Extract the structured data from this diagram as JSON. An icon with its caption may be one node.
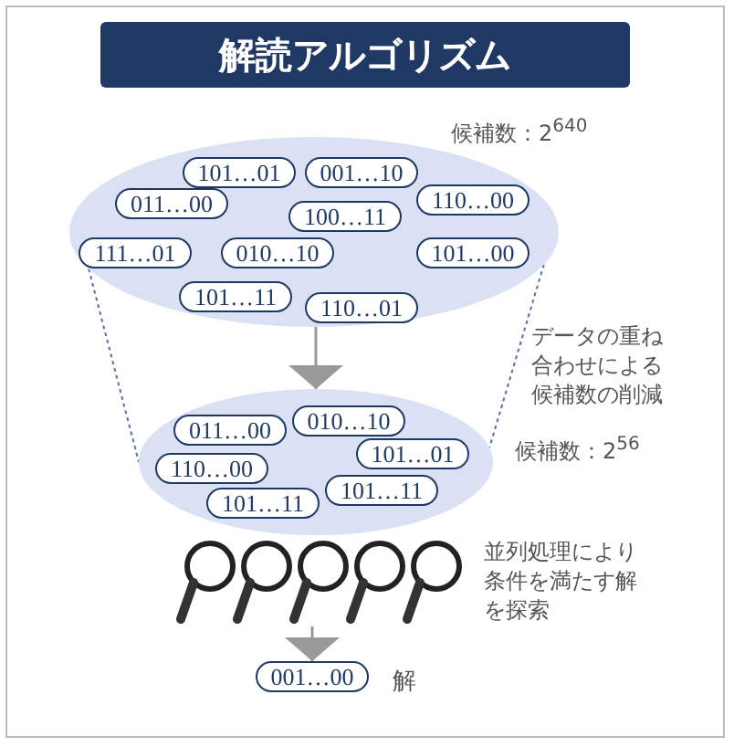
{
  "diagram": {
    "title": "解読アルゴリズム",
    "nodes": [
      {
        "text": [],
        "shape": "ellipse",
        "beside": [
          "候補数：2$^{640}$"
        ]
      },
      {
        "text": [
          "101…01"
        ],
        "in": 0
      },
      {
        "text": [
          "001…10"
        ],
        "in": 0
      },
      {
        "text": [
          "011…00"
        ],
        "in": 0
      },
      {
        "text": [
          "110…00"
        ],
        "in": 0
      },
      {
        "text": [
          "100…11"
        ],
        "in": 0
      },
      {
        "text": [
          "111…01"
        ],
        "in": 0
      },
      {
        "text": [
          "010…10"
        ],
        "in": 0
      },
      {
        "text": [
          "101…00"
        ],
        "in": 0
      },
      {
        "text": [
          "101…11"
        ],
        "in": 0
      },
      {
        "text": [
          "110…01"
        ],
        "in": 0
      },
      {
        "text": [],
        "shape": "ellipse",
        "beside": [
          "候補数：2$^{56}$"
        ]
      },
      {
        "text": [
          "010…10"
        ],
        "in": 11
      },
      {
        "text": [
          "011…00"
        ],
        "in": 11
      },
      {
        "text": [
          "101…01"
        ],
        "in": 11
      },
      {
        "text": [
          "110…00"
        ],
        "in": 11
      },
      {
        "text": [
          "101…11"
        ],
        "in": 11
      },
      {
        "text": [
          "101…11"
        ],
        "in": 11
      },
      {
        "text": [],
        "shape": "magnifier",
        "beside": [
          "並列処理により条件を満たす解を探索"
        ]
      },
      {
        "text": [
          "001…00"
        ],
        "beside": [
          "解"
        ]
      }
    ],
    "edges": [
      {
        "from": 0,
        "to": 11,
        "arrow": "none",
        "style": "dashed"
      },
      {
        "from": 0,
        "to": 11,
        "arrow": "none",
        "style": "dashed"
      },
      {
        "from": 0,
        "to": 11,
        "arrow": "to"
      },
      {
        "from": 18,
        "to": 19,
        "arrow": "to"
      }
    ],
    "labels": [
      "データの重ね合わせによる候補数の削減"
    ]
  }
}
